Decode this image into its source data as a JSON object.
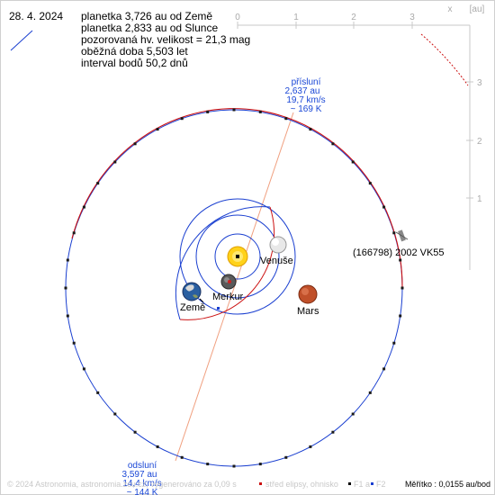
{
  "date": "28. 4. 2024",
  "info_lines": [
    "planetka 3,726 au od Země",
    "planetka 2,833 au od Slunce",
    "pozorovaná hv. velikost = 21,3 mag",
    "oběžná doba 5,503 let",
    "interval bodů 50,2 dnů"
  ],
  "axes": {
    "x_ticks": [
      "0",
      "1",
      "2",
      "3"
    ],
    "x_label": "x",
    "y_ticks": [
      "3",
      "2",
      "1"
    ],
    "unit_label": "[au]"
  },
  "perihelion": {
    "title": "přísluní",
    "distance": "2,637 au",
    "speed": "19,7 km/s",
    "temperature": "~ 169 K"
  },
  "aphelion": {
    "title": "odsluní",
    "distance": "3,597 au",
    "speed": "14,4 km/s",
    "temperature": "~ 144 K"
  },
  "bodies": {
    "sun": "",
    "mercury": "Merkur",
    "venus": "Venuše",
    "earth": "Země",
    "mars": "Mars",
    "asteroid": "(166798) 2002 VK55"
  },
  "footer": {
    "credit": "© 2024 Astronomia, astronomia.zcu.cz, vygenerováno za 0,09 s",
    "legend_center": "střed elipsy, ohnisko",
    "legend_f1": "F1 a",
    "legend_f2": "F2",
    "scale": "Měřítko : 0,0155 au/bod"
  },
  "colors": {
    "orbit_blue": "#1a3fd0",
    "orbit_red": "#cc1111",
    "apsis_line": "#f0a080",
    "label_blue": "#1a47d6"
  }
}
